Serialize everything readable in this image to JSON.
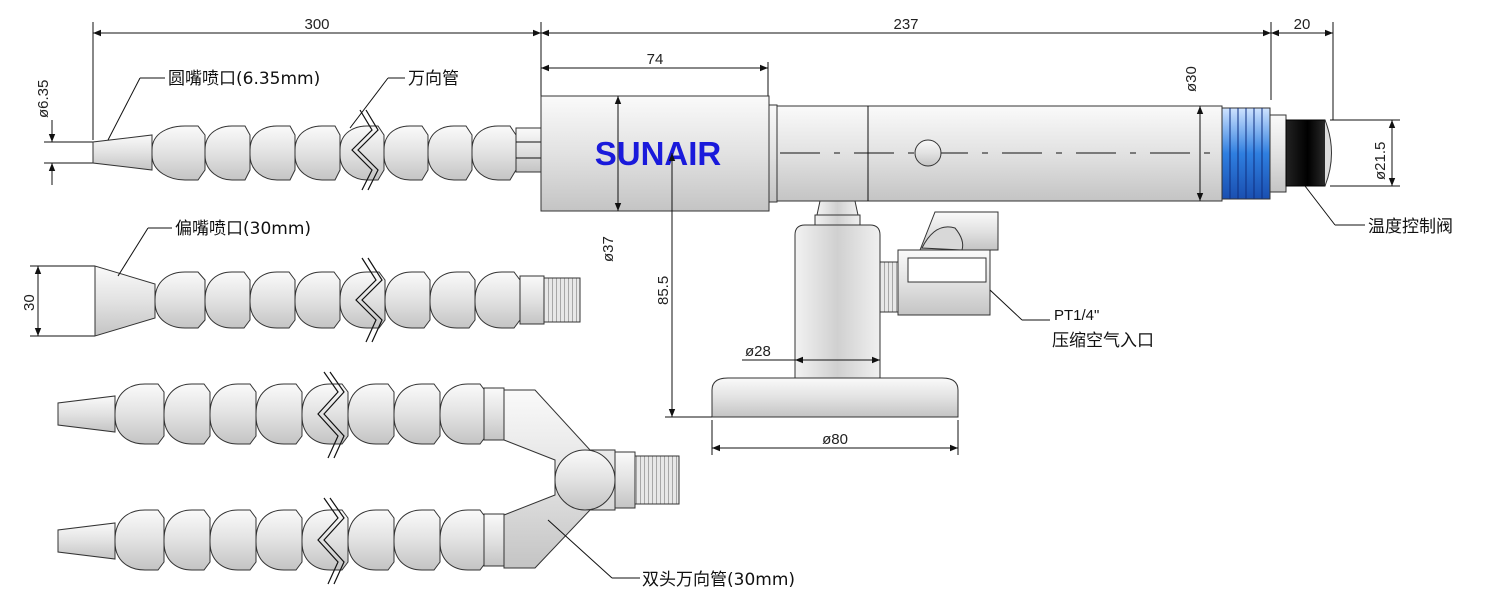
{
  "brand": {
    "logo_text": "SUNAIR",
    "logo_color": "#1a1adb"
  },
  "dimensions": {
    "hose_length": "300",
    "body_length": "237",
    "valve_length": "20",
    "cylinder_length": "74",
    "round_nozzle_dia": "ø6.35",
    "tube_dia": "ø30",
    "valve_dia": "ø21.5",
    "cylinder_dia": "ø37",
    "height": "85.5",
    "stand_dia": "ø28",
    "base_dia": "ø80",
    "flat_nozzle_width": "30"
  },
  "labels": {
    "round_nozzle": "圆嘴喷口(6.35mm)",
    "flex_hose": "万向管",
    "flat_nozzle": "偏嘴喷口(30mm)",
    "temp_valve": "温度控制阀",
    "thread": "PT1/4\"",
    "air_inlet": "压缩空气入口",
    "dual_hose": "双头万向管(30mm)"
  },
  "colors": {
    "accent_blue": "#2f7fe0",
    "part_fill": "#e6e6e6",
    "line": "#111111"
  }
}
